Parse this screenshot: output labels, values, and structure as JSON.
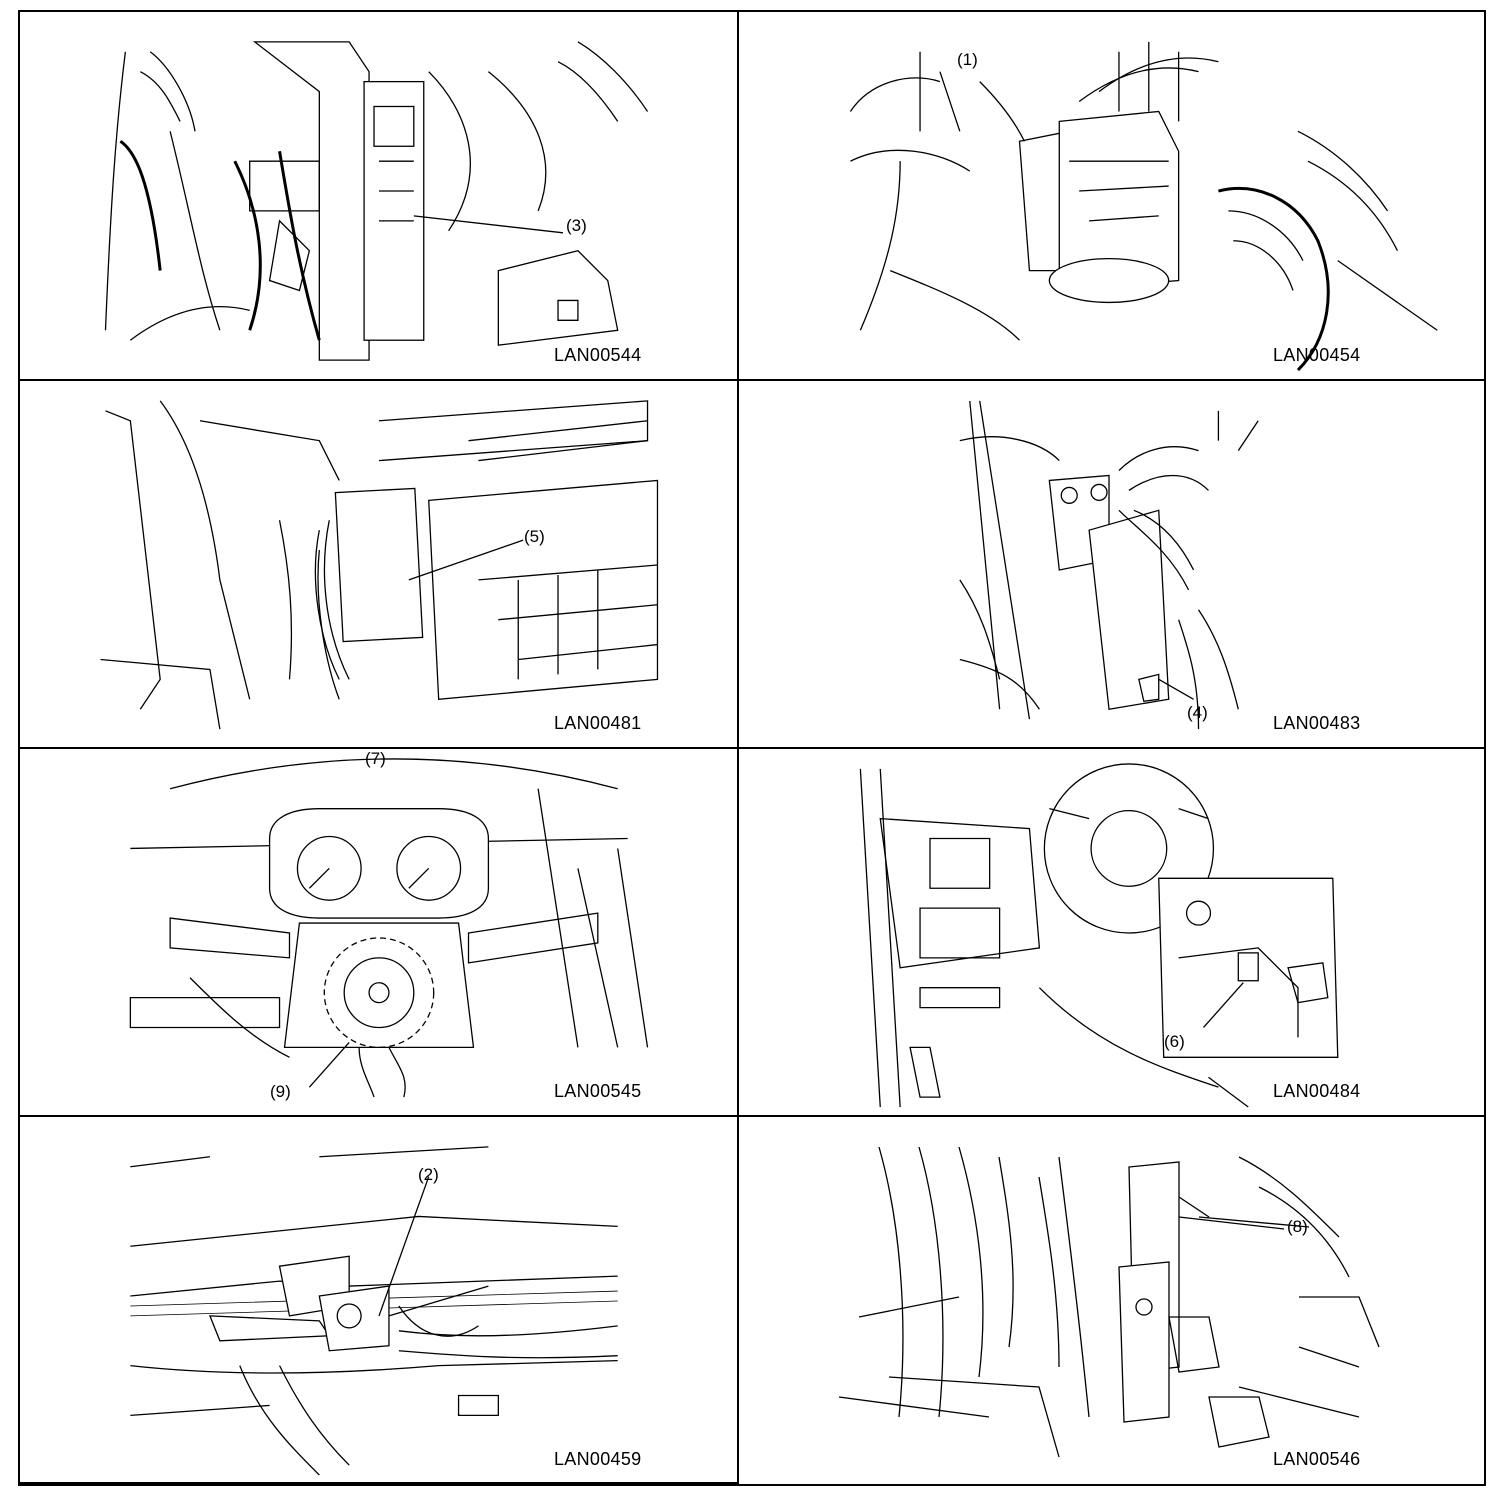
{
  "panels": [
    {
      "code": "LAN00544",
      "labels": [
        "(3)"
      ]
    },
    {
      "code": "LAN00454",
      "labels": [
        "(1)"
      ]
    },
    {
      "code": "LAN00481",
      "labels": [
        "(5)"
      ]
    },
    {
      "code": "LAN00483",
      "labels": [
        "(4)"
      ]
    },
    {
      "code": "LAN00545",
      "labels": [
        "(7)",
        "(9)"
      ]
    },
    {
      "code": "LAN00484",
      "labels": [
        "(6)"
      ]
    },
    {
      "code": "LAN00459",
      "labels": [
        "(2)"
      ]
    },
    {
      "code": "LAN00546",
      "labels": [
        "(8)"
      ]
    }
  ]
}
